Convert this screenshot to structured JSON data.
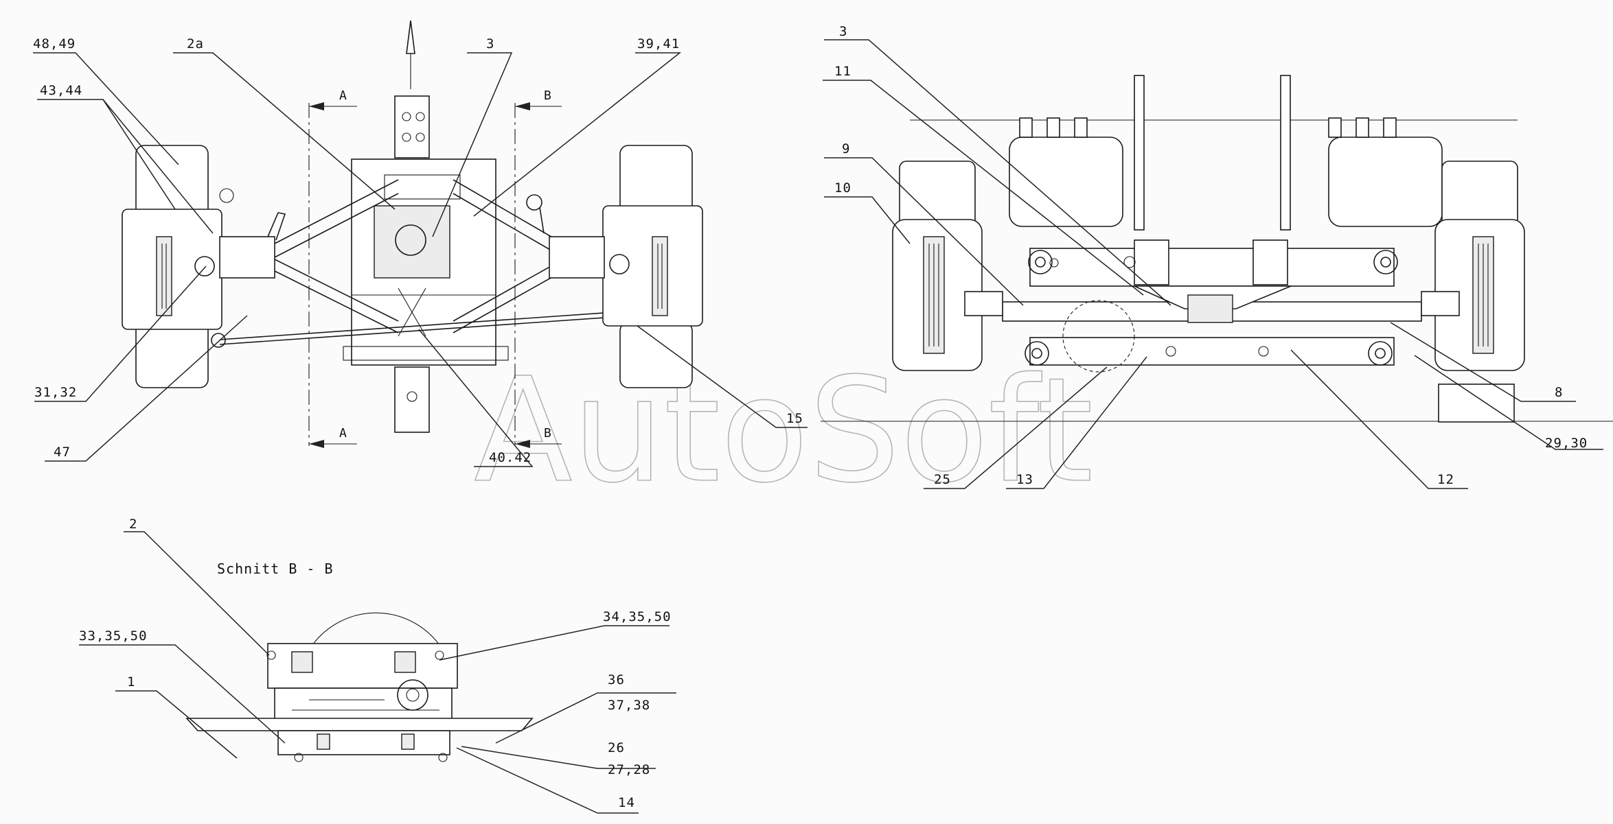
{
  "watermark": "AutoSoft",
  "section_title": "Schnitt B - B",
  "section_marks": {
    "a": "A",
    "b": "B"
  },
  "labels": {
    "l_48_49": "48,49",
    "l_43_44": "43,44",
    "l_2a": "2a",
    "l_3_top": "3",
    "l_39_41": "39,41",
    "l_31_32": "31,32",
    "l_47": "47",
    "l_40_42": "40.42",
    "l_15": "15",
    "l_3_right": "3",
    "l_11": "11",
    "l_9": "9",
    "l_10": "10",
    "l_8": "8",
    "l_29_30": "29,30",
    "l_12": "12",
    "l_13": "13",
    "l_25": "25",
    "l_2": "2",
    "l_33_35_50": "33,35,50",
    "l_1": "1",
    "l_34_35_50": "34,35,50",
    "l_36": "36",
    "l_37_38": "37,38",
    "l_26": "26",
    "l_27_28": "27,28",
    "l_14": "14"
  }
}
